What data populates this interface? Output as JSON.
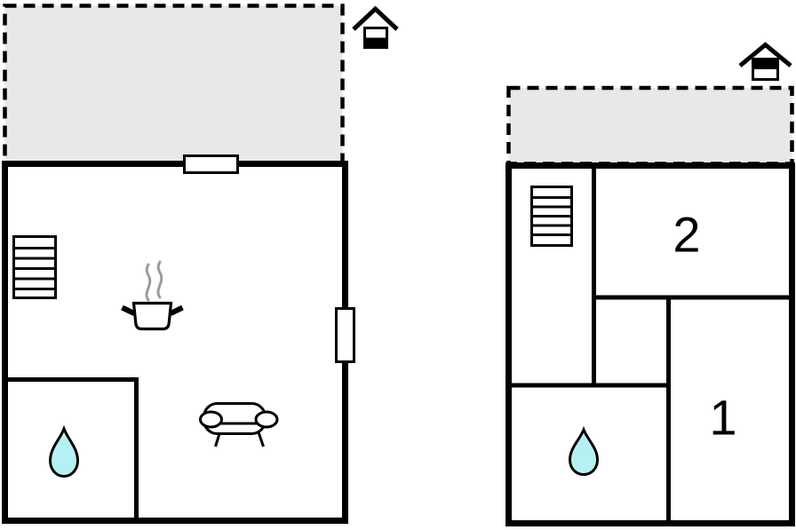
{
  "document": {
    "type": "floor-plan",
    "units_count": 2
  },
  "colors": {
    "background": "#ffffff",
    "wall": "#000000",
    "terrace_fill": "#e8e8e8",
    "water_drop_fill": "#b5f1f2",
    "steam": "#9b9b9b"
  },
  "plans": [
    {
      "id": "ground-floor",
      "floor_icon": "house-lower-half-filled-icon",
      "terrace": {
        "type": "terrace",
        "outline": "dashed"
      },
      "openings": [
        {
          "type": "window"
        },
        {
          "type": "door"
        }
      ],
      "features": [
        {
          "icon": "staircase-icon"
        },
        {
          "icon": "cooking-pot-icon"
        },
        {
          "icon": "sofa-icon"
        },
        {
          "icon": "water-drop-icon"
        }
      ],
      "room_labels": []
    },
    {
      "id": "upper-floor",
      "floor_icon": "house-upper-half-filled-icon",
      "terrace": {
        "type": "terrace",
        "outline": "dashed"
      },
      "openings": [],
      "features": [
        {
          "icon": "staircase-icon"
        },
        {
          "icon": "water-drop-icon"
        }
      ],
      "room_labels": [
        {
          "text": "2"
        },
        {
          "text": "1"
        }
      ]
    }
  ]
}
